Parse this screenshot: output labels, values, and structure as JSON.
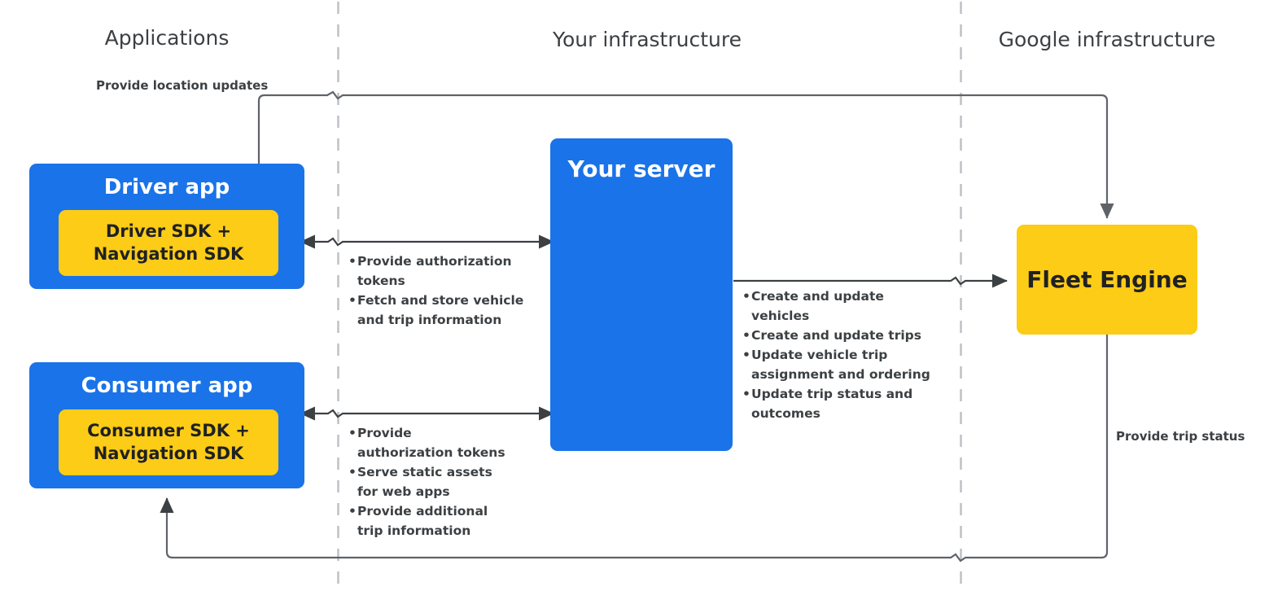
{
  "zones": [
    {
      "id": "applications",
      "label": "Applications"
    },
    {
      "id": "your-infrastructure",
      "label": "Your infrastructure"
    },
    {
      "id": "google-infrastructure",
      "label": "Google infrastructure"
    }
  ],
  "nodes": {
    "driver_app": {
      "title": "Driver app",
      "sdk_label": "Driver SDK +\nNavigation SDK"
    },
    "consumer_app": {
      "title": "Consumer app",
      "sdk_label": "Consumer SDK +\nNavigation SDK"
    },
    "your_server": {
      "title": "Your server"
    },
    "fleet_engine": {
      "title": "Fleet Engine"
    }
  },
  "edges": {
    "location_updates": {
      "label": "Provide location updates"
    },
    "trip_status": {
      "label": "Provide trip status"
    },
    "driver_to_server": {
      "bullets": [
        "Provide authorization tokens",
        "Fetch and store vehicle and trip information"
      ]
    },
    "consumer_to_server": {
      "bullets": [
        "Provide authorization tokens",
        "Serve static assets for web apps",
        "Provide additional trip information"
      ]
    },
    "server_to_fleet_engine": {
      "bullets": [
        "Create and update vehicles",
        "Create and update trips",
        "Update vehicle trip assignment and ordering",
        "Update trip status and outcomes"
      ]
    }
  },
  "colors": {
    "blue": "#1a73e8",
    "yellow": "#fccc16",
    "text_dark": "#3c4043",
    "line": "#5f6368",
    "divider": "#bdc1c6"
  }
}
